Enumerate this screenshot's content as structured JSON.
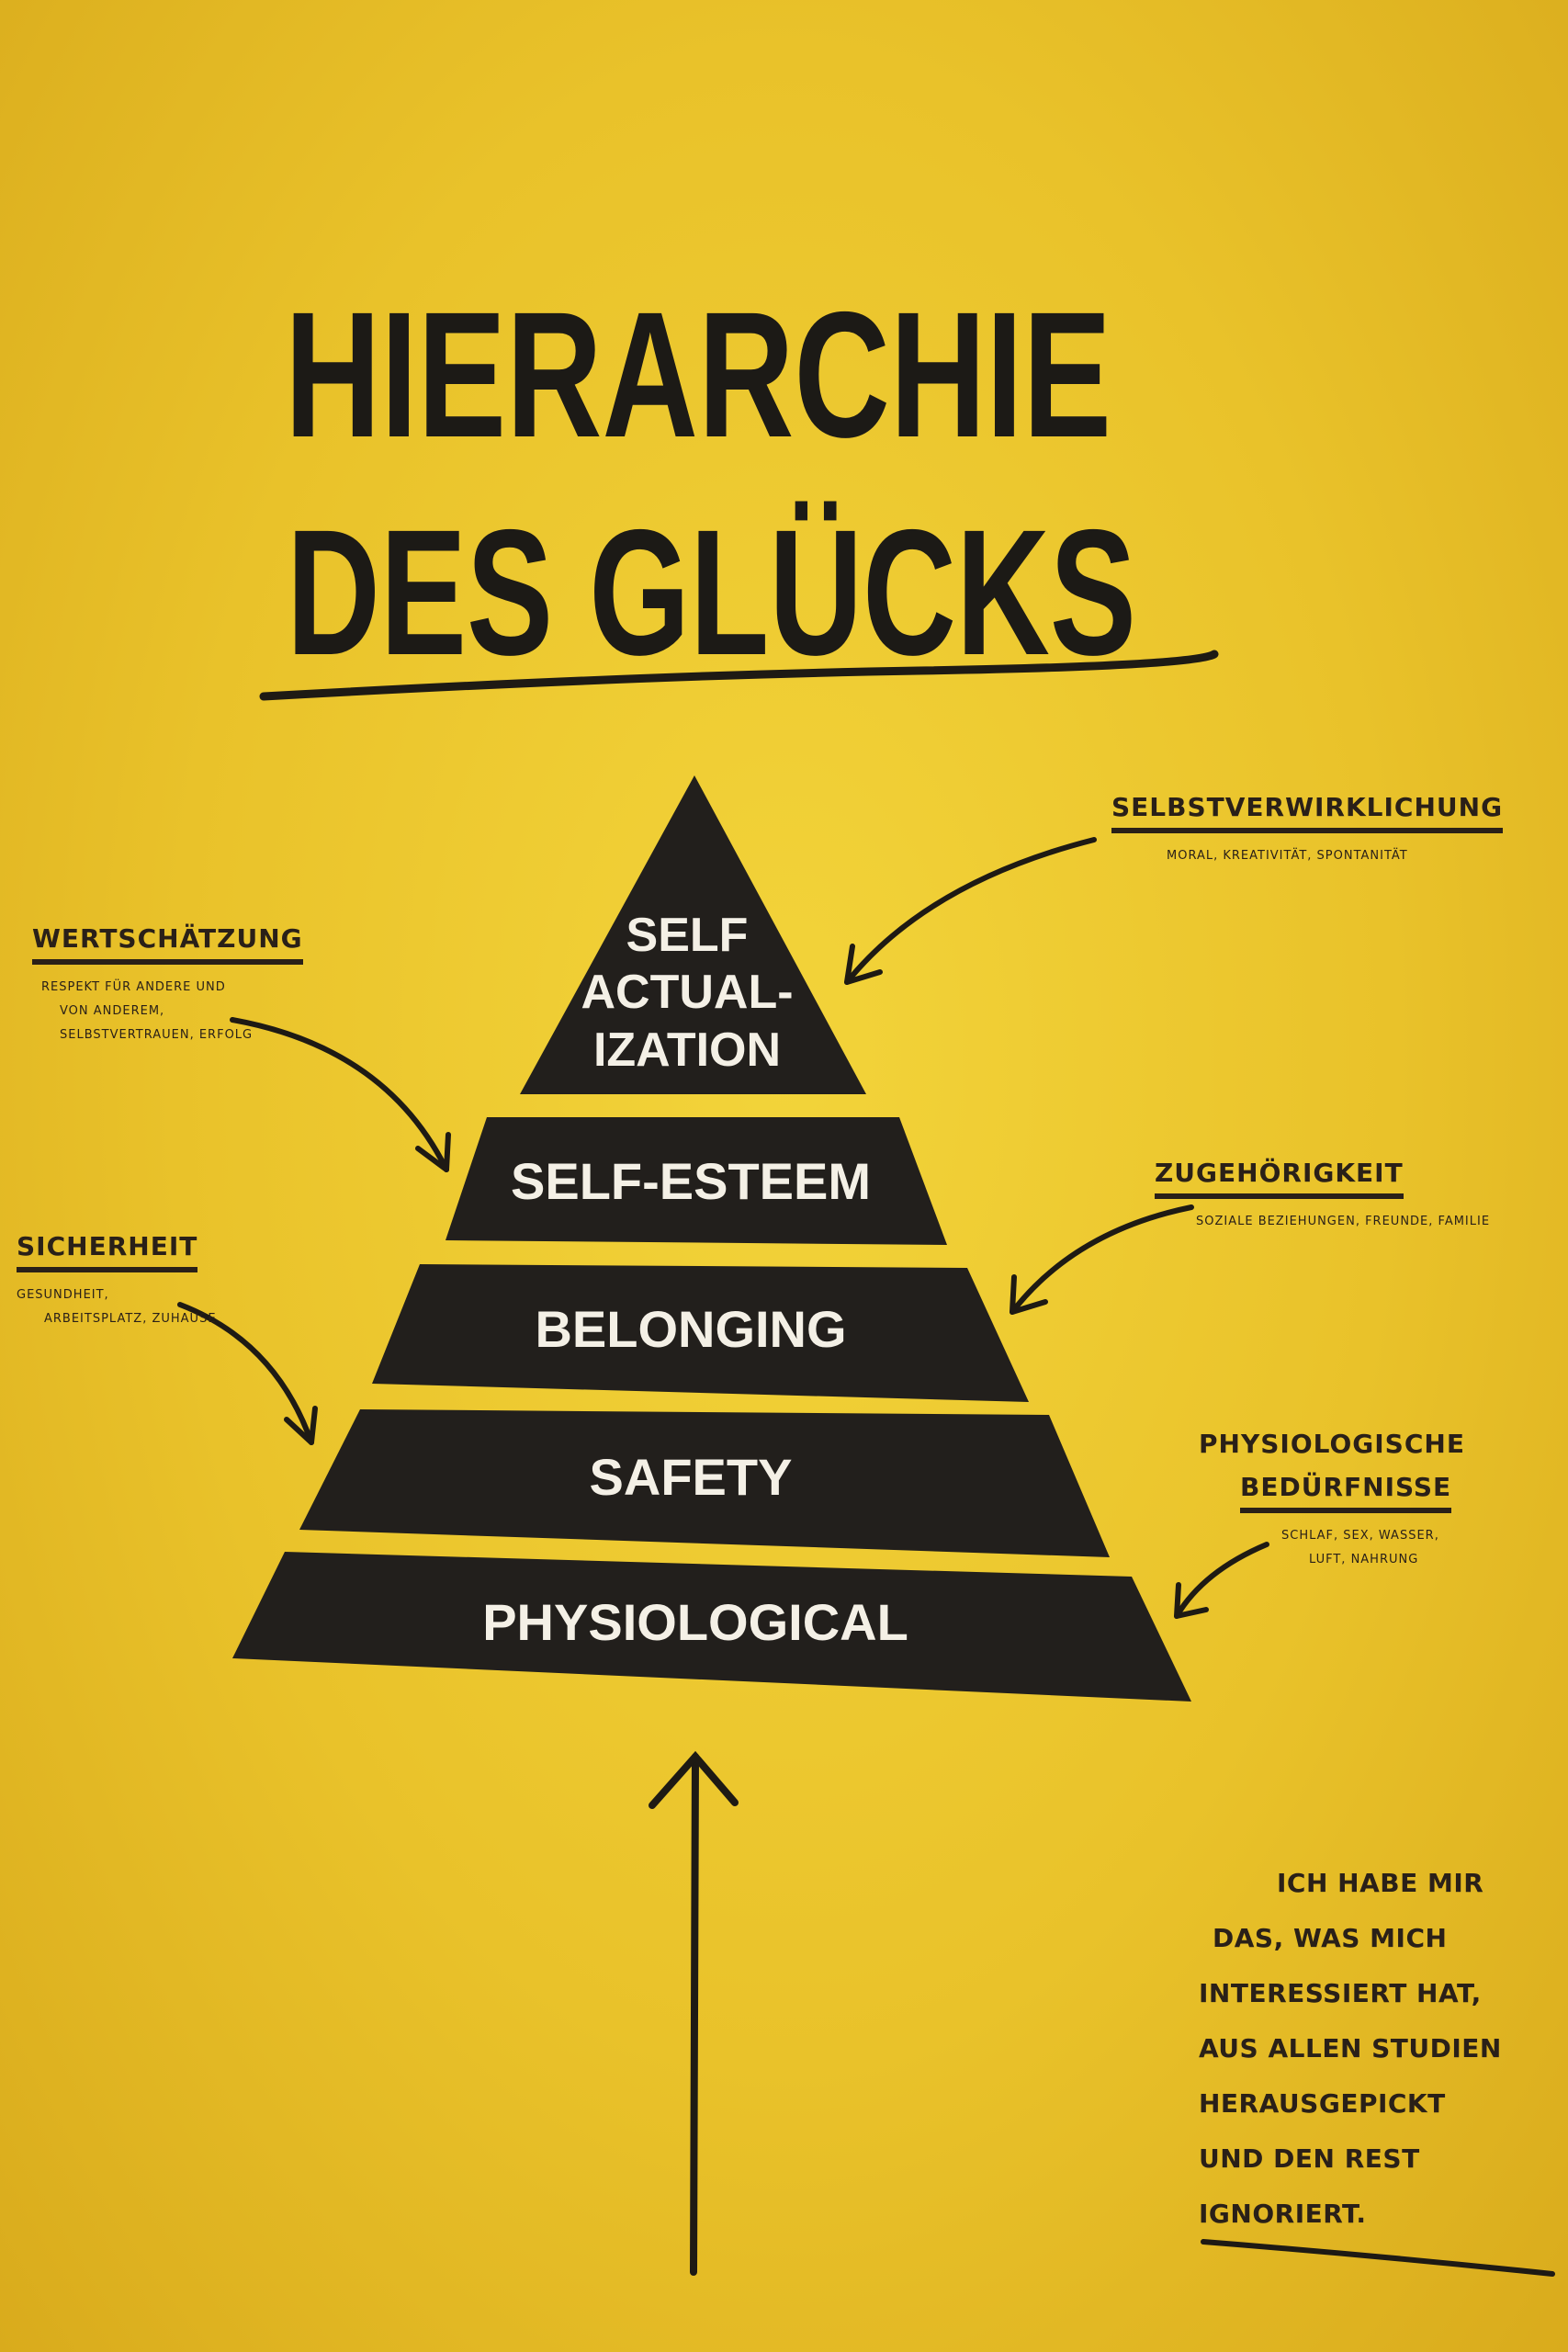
{
  "title": {
    "line1": "HIERARCHIE",
    "line2": "DES GLÜCKS"
  },
  "pyramid": {
    "levels": [
      {
        "label_lines": [
          "SELF",
          "ACTUAL-",
          "IZATION"
        ]
      },
      {
        "label": "SELF-ESTEEM"
      },
      {
        "label": "BELONGING"
      },
      {
        "label": "SAFETY"
      },
      {
        "label": "PHYSIOLOGICAL"
      }
    ]
  },
  "annotations": {
    "selbstverwirklichung": {
      "heading": "Selbstverwirklichung",
      "detail": "Moral, Kreativität, Spontanität"
    },
    "wertschaetzung": {
      "heading": "Wertschätzung",
      "detail_lines": [
        "Respekt für Andere und",
        "von Anderem,",
        "Selbstvertrauen, Erfolg"
      ]
    },
    "zugehoerigkeit": {
      "heading": "Zugehörigkeit",
      "detail": "Soziale Beziehungen, Freunde, Familie"
    },
    "sicherheit": {
      "heading": "Sicherheit",
      "detail_lines": [
        "Gesundheit,",
        "Arbeitsplatz, Zuhause"
      ]
    },
    "physiologische": {
      "heading_lines": [
        "Physiologische",
        "Bedürfnisse"
      ],
      "detail_lines": [
        "Schlaf, Sex, Wasser,",
        "Luft, Nahrung"
      ]
    }
  },
  "quote": {
    "lines": [
      "Ich habe mir",
      "das, was mich",
      "interessiert hat,",
      "aus allen Studien",
      "herausgepickt",
      "und den Rest",
      "ignoriert."
    ]
  }
}
